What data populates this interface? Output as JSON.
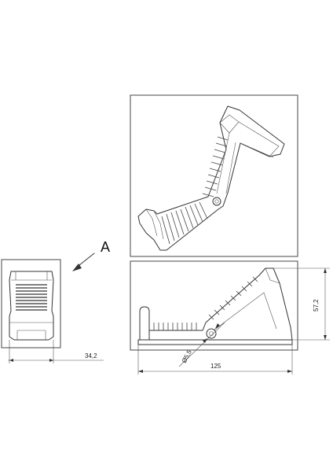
{
  "view_label": "A",
  "dimensions": {
    "width_side": "34,2",
    "length": "125",
    "height": "57,2",
    "hole_diameter": "Ø5,5"
  }
}
